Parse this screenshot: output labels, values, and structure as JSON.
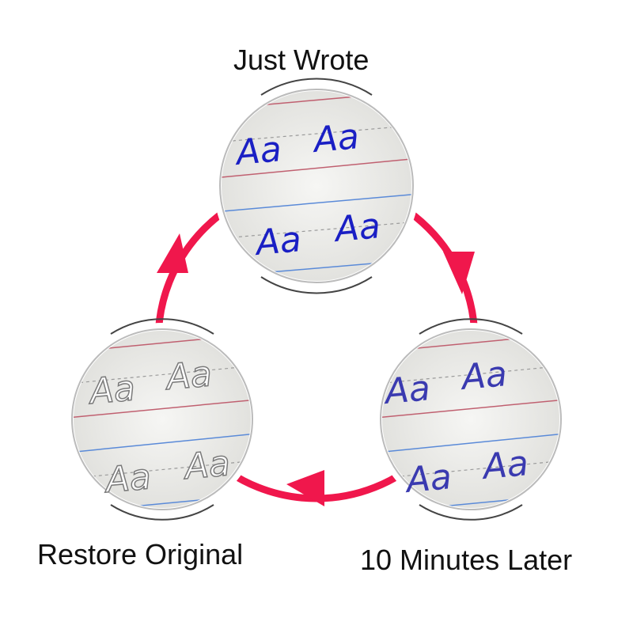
{
  "labels": {
    "top": "Just Wrote",
    "left": "Restore Original",
    "right": "10 Minutes Later"
  },
  "sample_text": "Aa",
  "colors": {
    "cycle_arrow": "#f0174c",
    "ink_fresh": "#1a1fc4",
    "ink_faded": "#3a3ab0",
    "ink_gone": "#7a7a7a",
    "paper": "#eeeeec",
    "rule_red": "#c06070",
    "rule_blue": "#5a8ad8",
    "rule_dash": "#9a9a9a"
  }
}
